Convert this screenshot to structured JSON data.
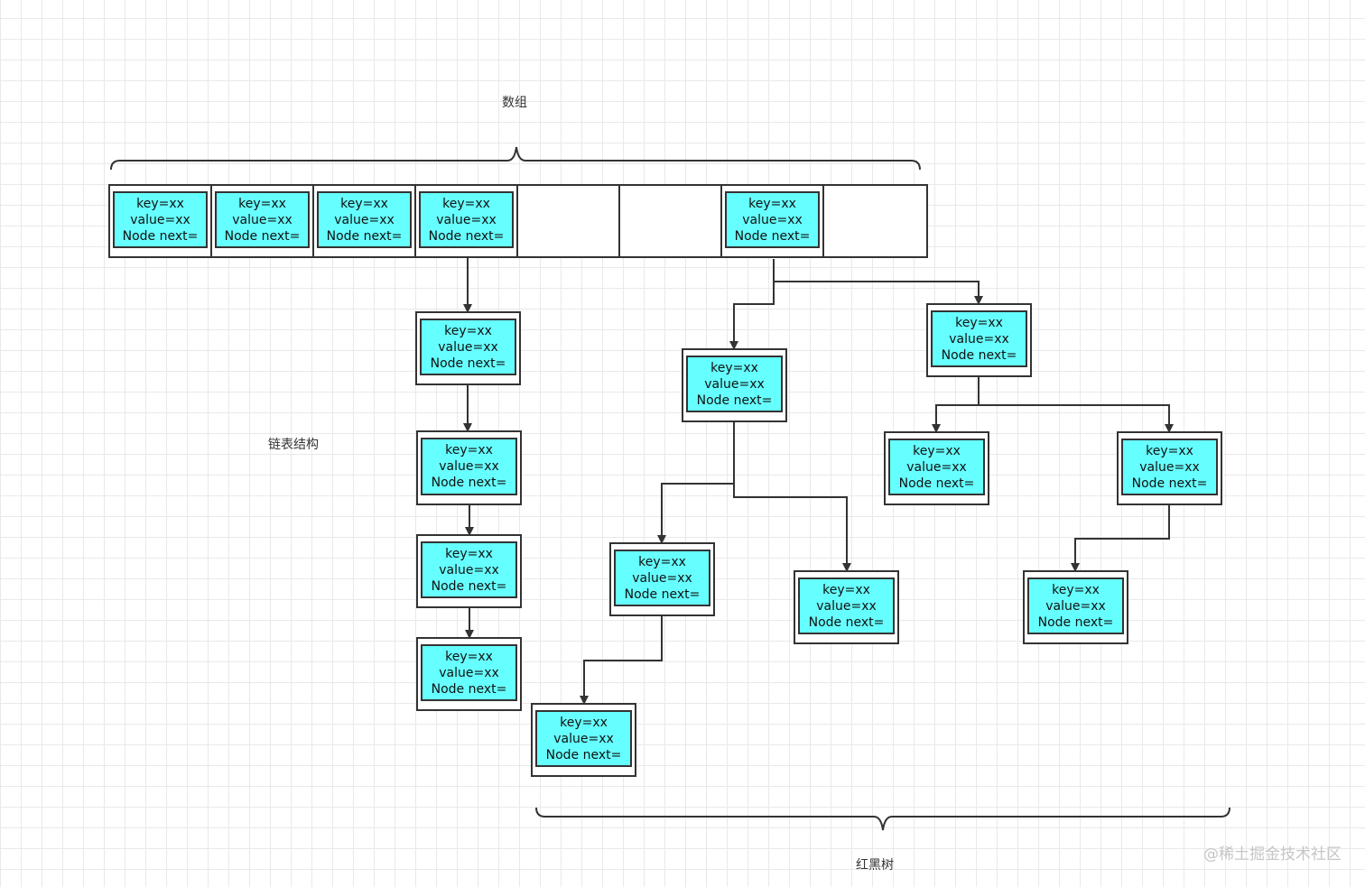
{
  "labels": {
    "array": "数组",
    "linked_list": "链表结构",
    "rb_tree": "红黑树"
  },
  "node_text": {
    "key": "key=xx",
    "value": "value=xx",
    "next": "Node next="
  },
  "watermark": "@稀土掘金技术社区",
  "colors": {
    "node_fill": "#66ffff",
    "stroke": "#333333",
    "grid": "#e9e9e9"
  }
}
